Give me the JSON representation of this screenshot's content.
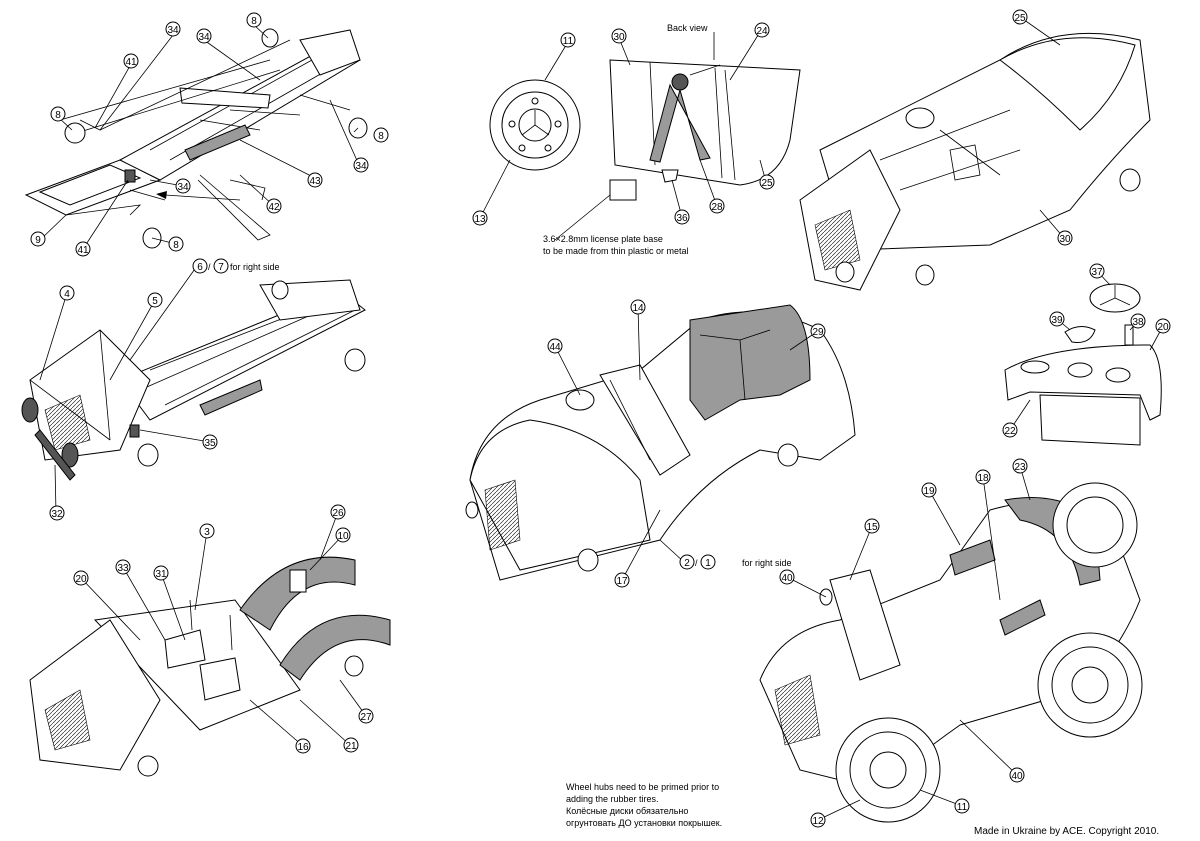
{
  "notes": {
    "back_view": "Back view",
    "plate_line1": "3.6×2.8mm license plate base",
    "plate_line2": "to be made from thin plastic or metal",
    "right_side_6_7": "for right side",
    "right_side_2_1": "for right side",
    "hubs_line1": "Wheel hubs need to be primed prior to",
    "hubs_line2": "adding the rubber tires.",
    "hubs_line3": "Колёсные диски обязательно",
    "hubs_line4": "огрунтовать ДО установки покрышек.",
    "copyright": "Made in Ukraine by ACE. Copyright 2010.",
    "slash": "/"
  },
  "callouts": {
    "p34a": "34",
    "p8a": "8",
    "p34b": "34",
    "p41a": "41",
    "p8b": "8",
    "p8c": "8",
    "p34c": "34",
    "p43": "43",
    "p34d": "34",
    "p9": "9",
    "p41b": "41",
    "p8d": "8",
    "p42": "42",
    "p11a": "11",
    "p30a": "30",
    "p24": "24",
    "p13": "13",
    "p36": "36",
    "p28": "28",
    "p25a": "25",
    "p25b": "25",
    "p30b": "30",
    "p4": "4",
    "p5": "5",
    "p6": "6",
    "p7": "7",
    "p35": "35",
    "p32": "32",
    "p14": "14",
    "p44": "44",
    "p29": "29",
    "p17": "17",
    "p2": "2",
    "p1": "1",
    "p37": "37",
    "p39": "39",
    "p38": "38",
    "p20a": "20",
    "p22": "22",
    "p26": "26",
    "p10": "10",
    "p3": "3",
    "p20b": "20",
    "p33": "33",
    "p31": "31",
    "p27": "27",
    "p16": "16",
    "p21": "21",
    "p23": "23",
    "p18": "18",
    "p19": "19",
    "p15": "15",
    "p40a": "40",
    "p40b": "40",
    "p11b": "11",
    "p12": "12"
  }
}
